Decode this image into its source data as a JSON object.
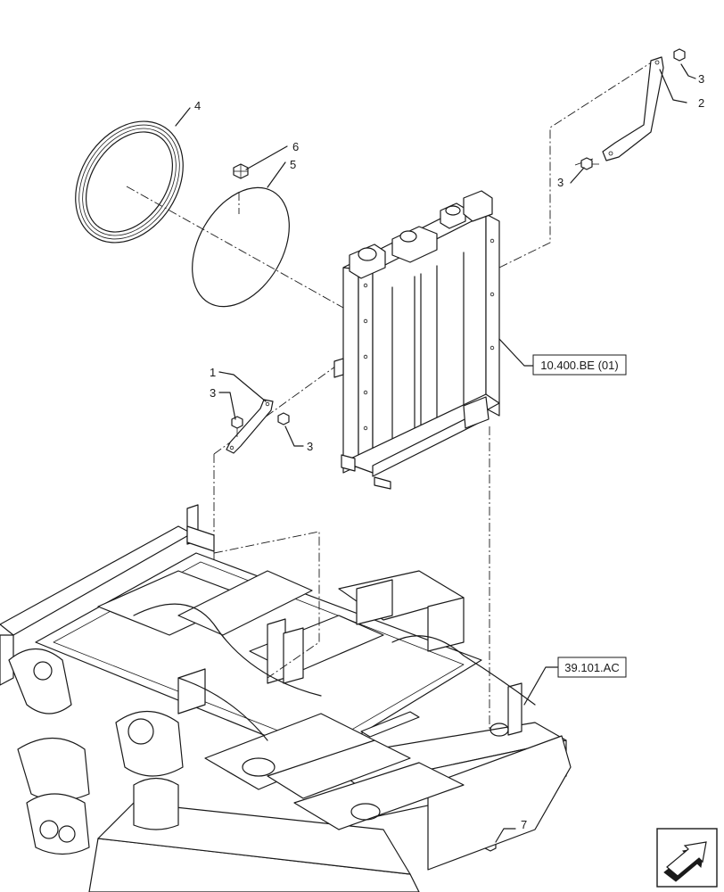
{
  "callouts": {
    "c1": "1",
    "c2": "2",
    "c3a": "3",
    "c3b": "3",
    "c3c": "3",
    "c3d": "3",
    "c4": "4",
    "c5": "5",
    "c6": "6",
    "c7": "7"
  },
  "references": {
    "radiator": "10.400.BE (01)",
    "frame": "39.101.AC"
  },
  "icons": {
    "nav": "arrow-navigation-icon"
  }
}
